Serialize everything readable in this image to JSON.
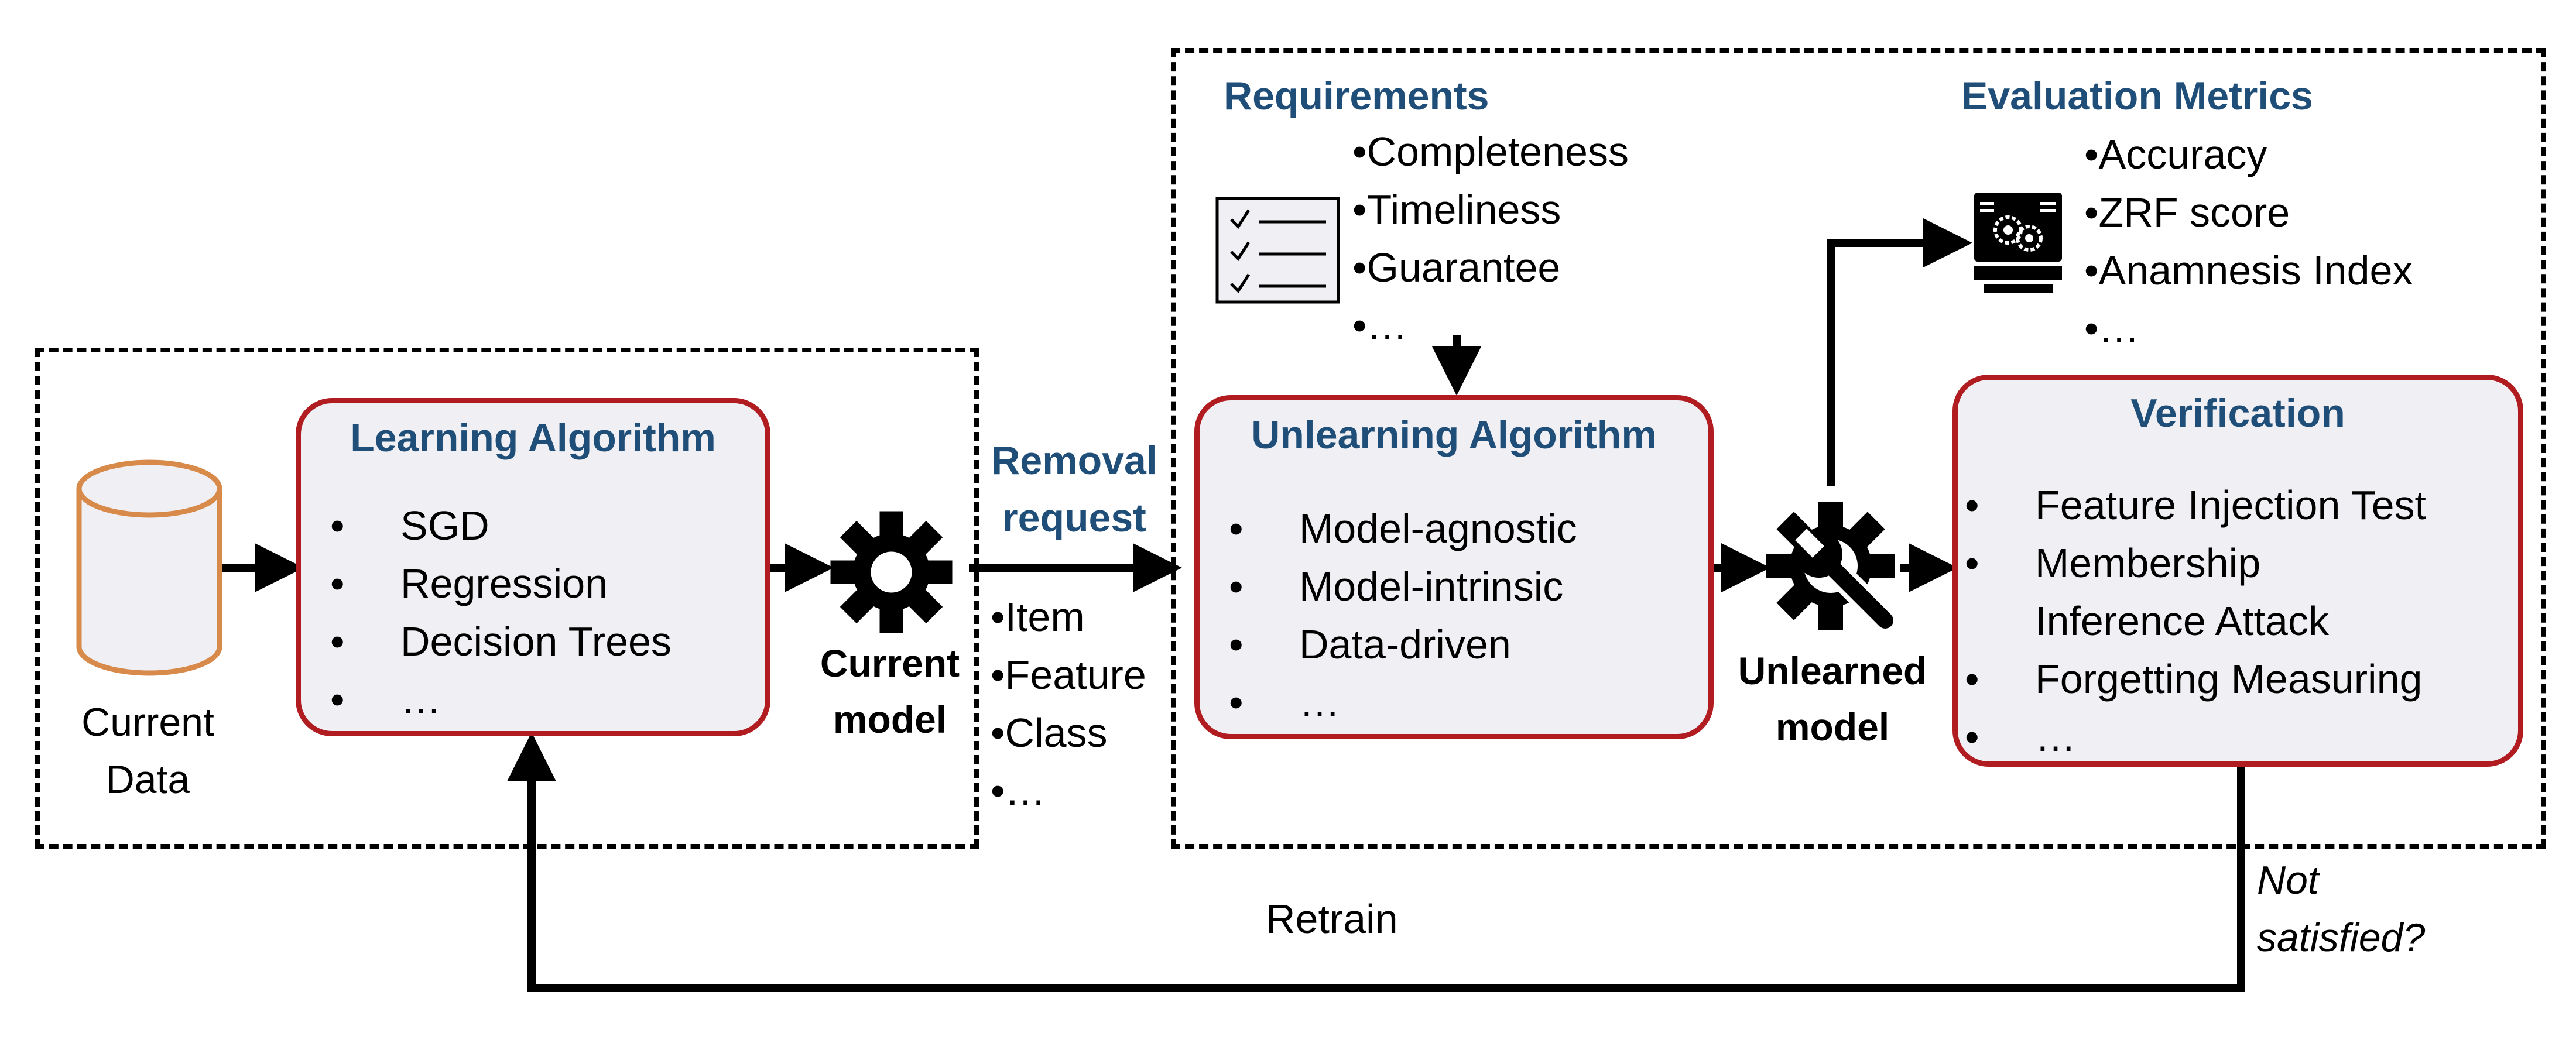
{
  "diagram": {
    "left_panel": {
      "current_data_label_line1": "Current",
      "current_data_label_line2": "Data",
      "learning": {
        "title": "Learning Algorithm",
        "items": [
          "SGD",
          "Regression",
          "Decision Trees",
          "…"
        ]
      },
      "current_model_line1": "Current",
      "current_model_line2": "model"
    },
    "removal": {
      "title_line1": "Removal",
      "title_line2": "request",
      "items": [
        "Item",
        "Feature",
        "Class",
        "…"
      ]
    },
    "right_panel": {
      "requirements": {
        "title": "Requirements",
        "items": [
          "Completeness",
          "Timeliness",
          "Guarantee",
          "…"
        ]
      },
      "unlearning": {
        "title": "Unlearning Algorithm",
        "items": [
          "Model-agnostic",
          "Model-intrinsic",
          "Data-driven",
          "…"
        ]
      },
      "unlearned_model_line1": "Unlearned",
      "unlearned_model_line2": "model",
      "evaluation": {
        "title": "Evaluation Metrics",
        "items": [
          "Accuracy",
          "ZRF score",
          "Anamnesis Index",
          "…"
        ]
      },
      "verification": {
        "title": "Verification",
        "items": [
          "Feature Injection Test",
          "Membership",
          "Inference Attack",
          "Forgetting Measuring",
          "…"
        ]
      }
    },
    "feedback": {
      "retrain_label": "Retrain",
      "not_satisfied_line1": "Not",
      "not_satisfied_line2": "satisfied?"
    }
  },
  "colors": {
    "accent_red": "#b01c20",
    "title_blue": "#1f4e79",
    "database_orange": "#d88a4a",
    "box_fill": "#f0f0f4"
  },
  "icons": [
    "database-icon",
    "gear-icon",
    "checklist-icon",
    "gear-wrench-icon",
    "monitor-gears-icon"
  ]
}
